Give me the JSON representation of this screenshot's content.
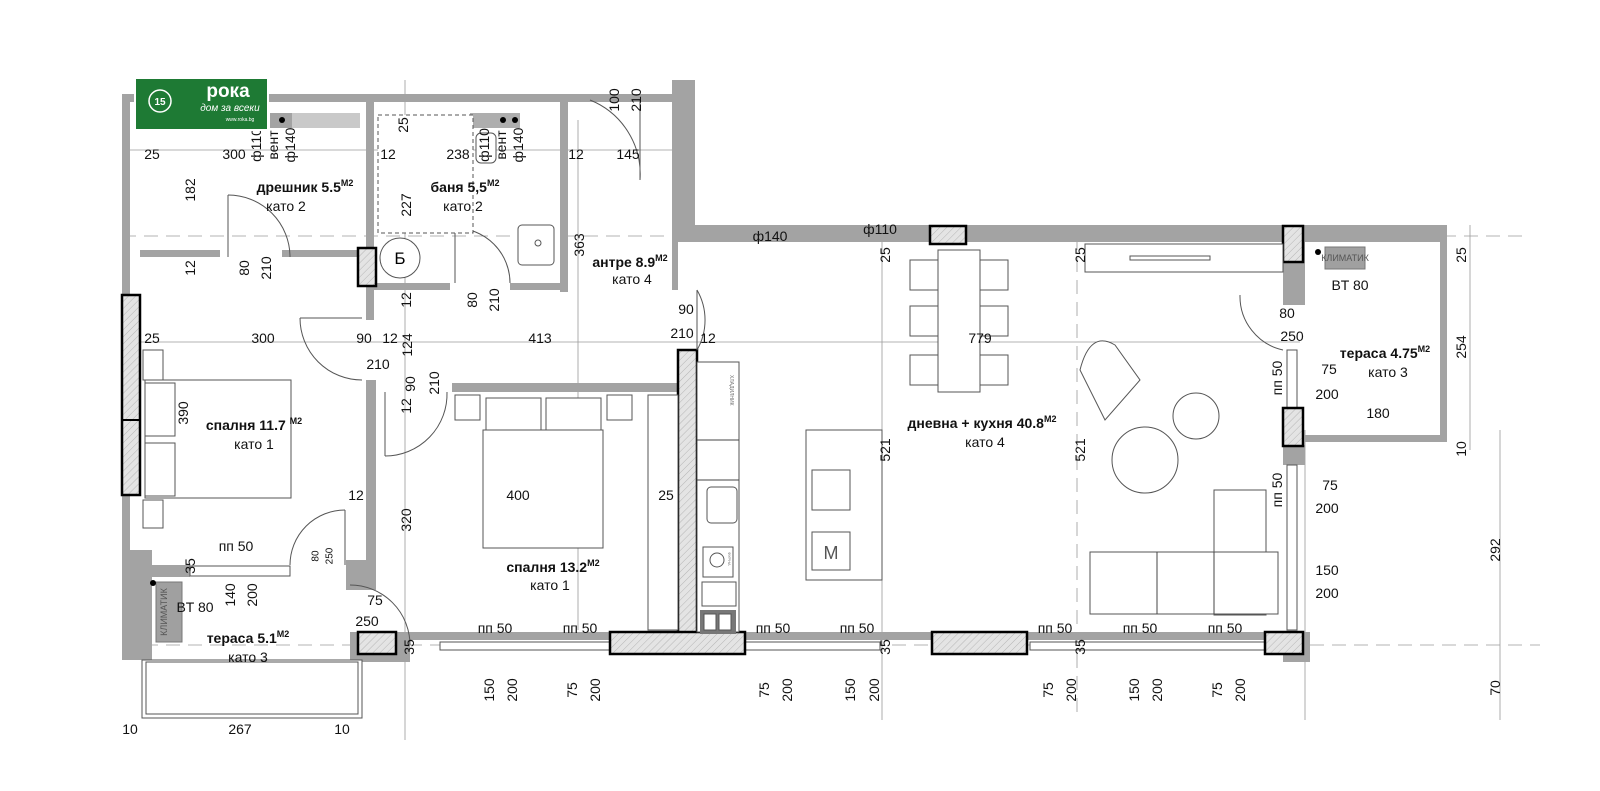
{
  "logo": {
    "brand": "рока",
    "tagline": "дом за всеки",
    "badge": "15",
    "url": "www.roka.bg",
    "colors": {
      "background": "#1e7a34",
      "text": "#ffffff"
    }
  },
  "colors": {
    "wall": "#a3a3a3",
    "column_outline": "#000000",
    "axis": "#9a9a9a",
    "ac_unit": "#a0a0a0"
  },
  "rooms": [
    {
      "name": "дрешник 5.5",
      "unit": "M2",
      "floor": "като 2"
    },
    {
      "name": "баня 5,5",
      "unit": "M2",
      "floor": "като 2"
    },
    {
      "name": "антре 8.9",
      "unit": "M2",
      "floor": "като 4"
    },
    {
      "name": "спалня 11.7 ",
      "unit": "M2",
      "floor": "като 1"
    },
    {
      "name": "спалня 13.2",
      "unit": "M2",
      "floor": "като 1"
    },
    {
      "name": "дневна + кухня 40.8",
      "unit": "M2",
      "floor": "като 4"
    },
    {
      "name": "тераса 4.75",
      "unit": "M2",
      "floor": "като 3"
    },
    {
      "name": "тераса 5.1",
      "unit": "M2",
      "floor": "като 3"
    }
  ],
  "symbols": {
    "boiler": "Б",
    "washing_machine": "M",
    "ac_label": "КЛИМАТИК",
    "fridge_label": "ХЛАДИЛНИК",
    "oven_label": "ФУРНА"
  },
  "dimensions": [
    "25",
    "300",
    "12",
    "238",
    "12",
    "145",
    "100",
    "210",
    "ф110",
    "вент",
    "ф140",
    "ф110",
    "вент",
    "ф140",
    "25",
    "182",
    "227",
    "363",
    "12",
    "80",
    "210",
    "12",
    "80",
    "210",
    "90",
    "210",
    "12",
    "25",
    "300",
    "90",
    "12",
    "124",
    "210",
    "413",
    "779",
    "ф140",
    "ф110",
    "25",
    "25",
    "80",
    "250",
    "390",
    "90",
    "12",
    "210",
    "12",
    "400",
    "25",
    "320",
    "521",
    "521",
    "80",
    "250",
    "35",
    "пп 50",
    "140",
    "200",
    "75",
    "250",
    "35",
    "35",
    "35",
    "пп 50",
    "пп 50",
    "пп 50",
    "пп 50",
    "пп 50",
    "пп 50",
    "пп 50",
    "пп 50",
    "пп 50",
    "150",
    "200",
    "75",
    "200",
    "75",
    "200",
    "150",
    "200",
    "75",
    "200",
    "150",
    "200",
    "75",
    "200",
    "10",
    "267",
    "10",
    "75",
    "200",
    "180",
    "75",
    "200",
    "150",
    "200",
    "25",
    "254",
    "10",
    "292",
    "70",
    "BT 80",
    "BT 80"
  ]
}
